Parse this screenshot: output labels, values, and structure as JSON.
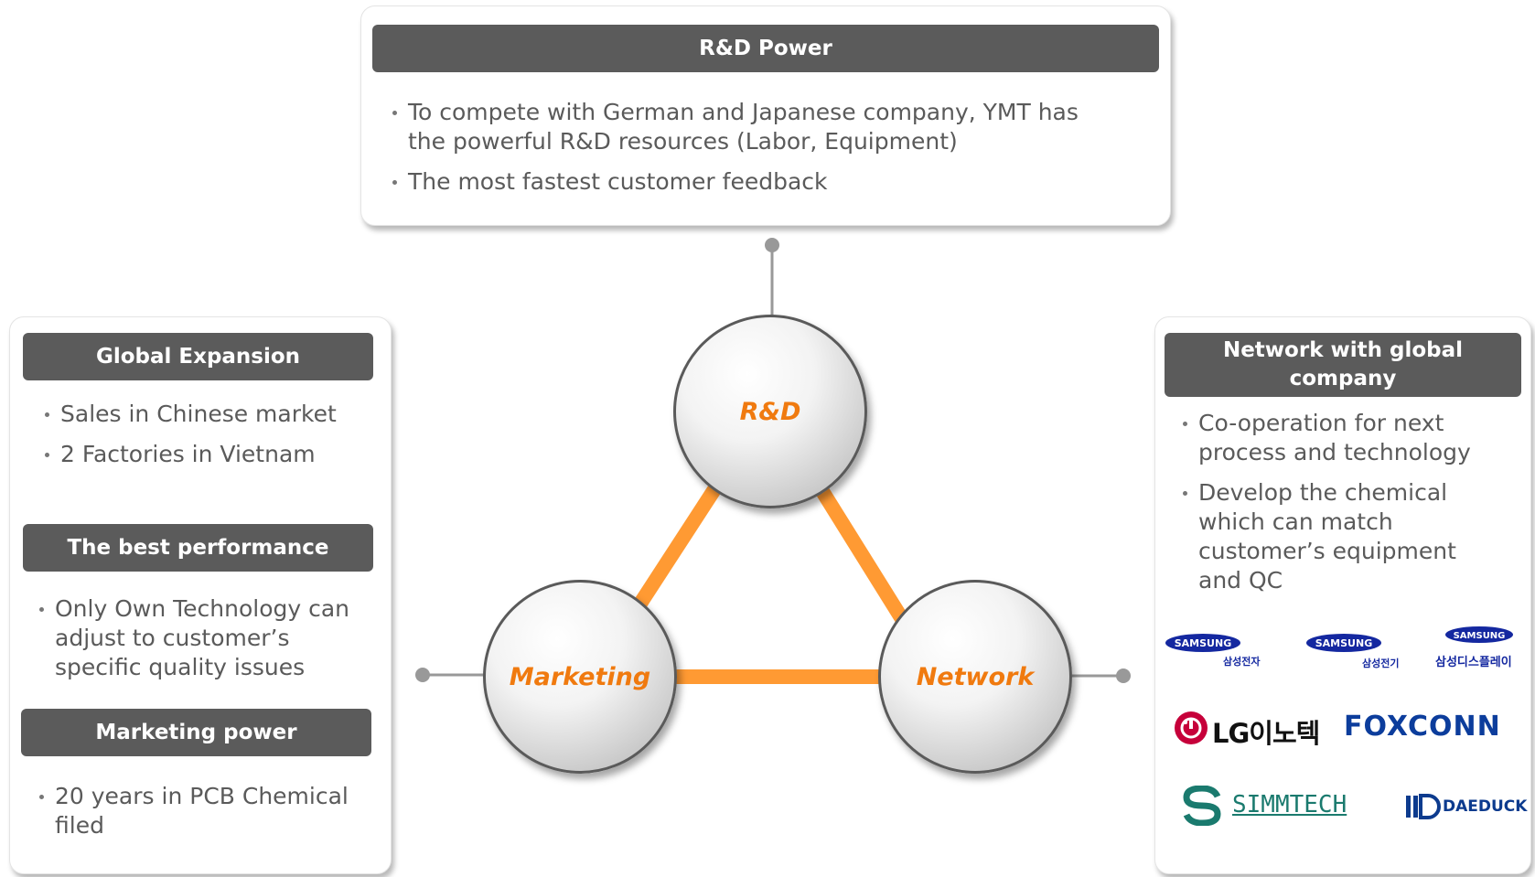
{
  "rd_card": {
    "title": "R&D Power",
    "bullets": [
      "To compete with German and Japanese company, YMT has the powerful R&D resources (Labor, Equipment)",
      "The most fastest customer feedback"
    ]
  },
  "left_card": {
    "sections": [
      {
        "title": "Global Expansion",
        "bullets": [
          "Sales in Chinese market",
          "2 Factories in Vietnam"
        ]
      },
      {
        "title": "The best performance",
        "bullets": [
          "Only Own Technology can adjust to customer’s specific quality issues"
        ]
      },
      {
        "title": "Marketing power",
        "bullets": [
          "20 years in PCB Chemical filed"
        ]
      }
    ]
  },
  "right_card": {
    "title": "Network with global company",
    "bullets": [
      "Co-operation for next process and technology",
      "Develop the chemical which can match customer’s equipment and QC"
    ],
    "logos": {
      "samsung_1": {
        "brand": "SAMSUNG",
        "sub": "삼성전자"
      },
      "samsung_2": {
        "brand": "SAMSUNG",
        "sub": "삼성전기"
      },
      "samsung_3": {
        "brand": "SAMSUNG",
        "sub": "삼성디스플레이"
      },
      "lg": {
        "text": "LG이노텍"
      },
      "foxconn": {
        "text": "FOXCONN"
      },
      "simmtech": {
        "text": "SIMMTECH"
      },
      "daeduck": {
        "text": "DAEDUCK"
      }
    }
  },
  "diagram": {
    "nodes": {
      "rd": "R&D",
      "marketing": "Marketing",
      "network": "Network"
    },
    "colors": {
      "triangle": "#ff9a33",
      "node_text": "#f07a0f",
      "connector": "#999999",
      "header_bar": "#5b5b5b"
    }
  }
}
